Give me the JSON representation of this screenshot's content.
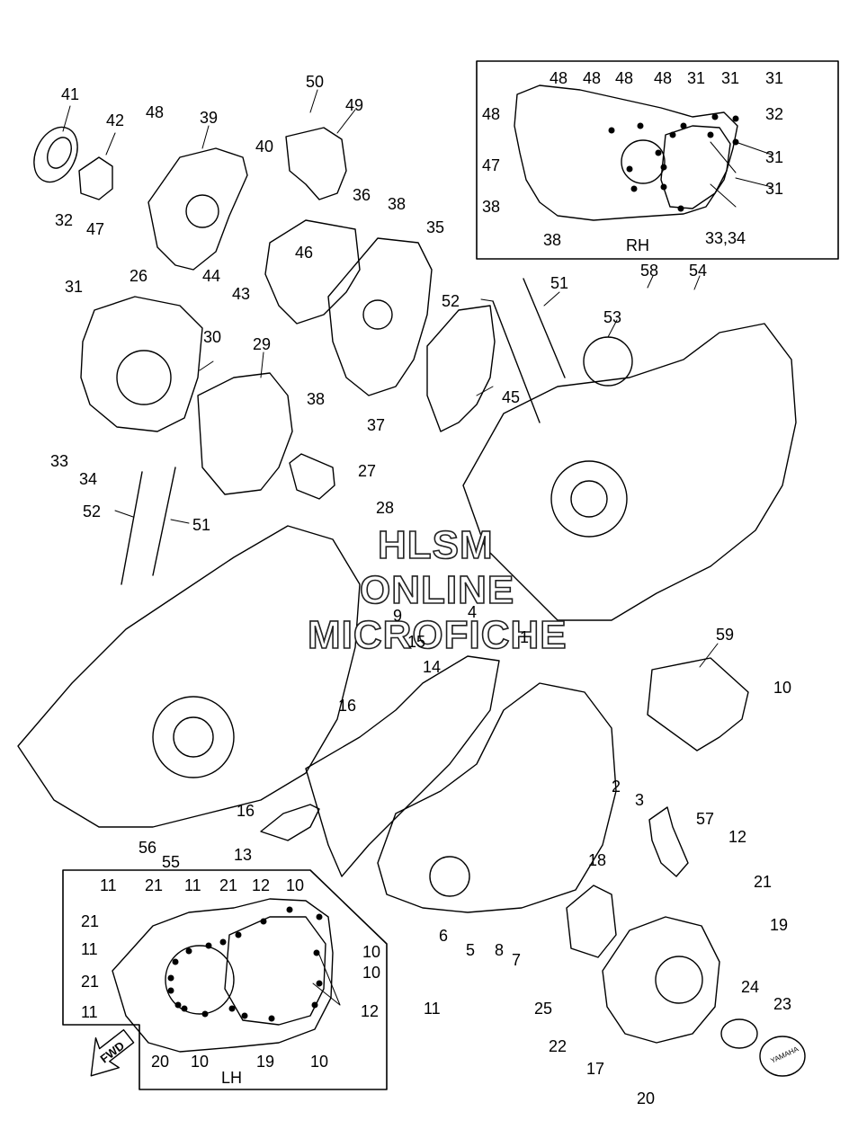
{
  "watermark": {
    "line1": "HLSM",
    "line2": "ONLINE",
    "line3": "MICROFICHE"
  },
  "inset_rh": {
    "label": "RH"
  },
  "inset_lh": {
    "label": "LH"
  },
  "fwd_badge": {
    "label": "FWD"
  },
  "emblem": {
    "label": "YAMAHA"
  },
  "callouts": [
    "41",
    "42",
    "48",
    "39",
    "50",
    "49",
    "40",
    "36",
    "38",
    "35",
    "47",
    "32",
    "46",
    "44",
    "43",
    "31",
    "26",
    "30",
    "29",
    "52",
    "51",
    "53",
    "58",
    "54",
    "38",
    "45",
    "37",
    "33",
    "34",
    "27",
    "28",
    "52",
    "51",
    "9",
    "15",
    "4",
    "1",
    "59",
    "10",
    "14",
    "16",
    "2",
    "3",
    "16",
    "57",
    "12",
    "13",
    "56",
    "55",
    "18",
    "21",
    "19",
    "6",
    "5",
    "8",
    "7",
    "11",
    "25",
    "22",
    "17",
    "20",
    "24",
    "23",
    "48",
    "48",
    "48",
    "48",
    "31",
    "31",
    "31",
    "48",
    "32",
    "31",
    "47",
    "38",
    "31",
    "38",
    "33,34",
    "11",
    "21",
    "11",
    "21",
    "12",
    "10",
    "21",
    "11",
    "10",
    "21",
    "10",
    "11",
    "12",
    "20",
    "10",
    "19",
    "10"
  ]
}
